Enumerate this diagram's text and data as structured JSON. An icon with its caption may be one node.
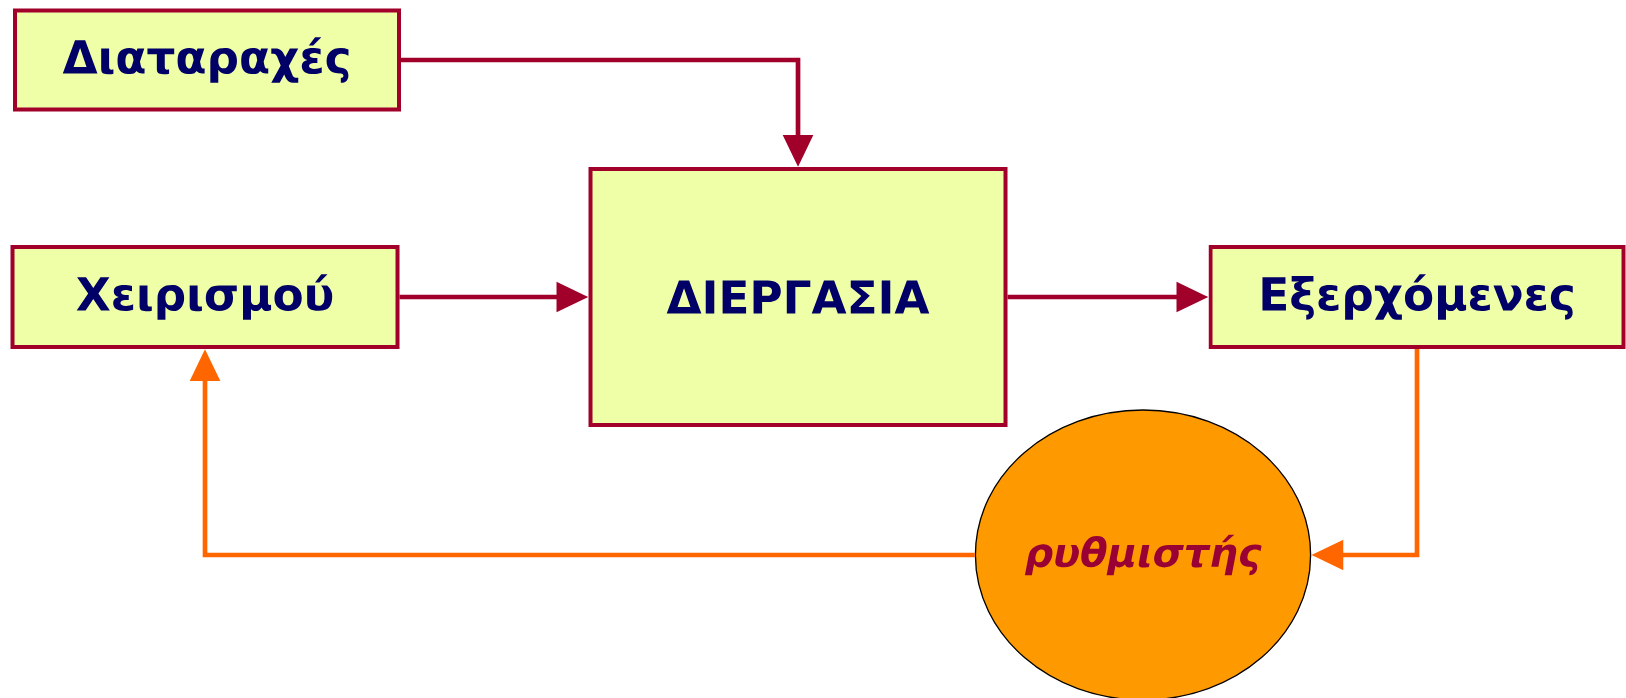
{
  "diagram": {
    "nodes": [
      {
        "text": [
          "Διαταραχές"
        ]
      },
      {
        "text": [
          "Χειρισμού"
        ]
      },
      {
        "text": [
          "ΔΙΕΡΓΑΣΙΑ"
        ]
      },
      {
        "text": [
          "Εξερχόμενες"
        ]
      },
      {
        "text": [
          "ρυθμιστής"
        ]
      }
    ],
    "edges": [
      {
        "from": 0,
        "to": 2,
        "arrow": "to"
      },
      {
        "from": 1,
        "to": 2,
        "arrow": "to"
      },
      {
        "from": 2,
        "to": 3,
        "arrow": "to"
      },
      {
        "from": 3,
        "to": 4,
        "arrow": "to",
        "color": "#ff6600"
      },
      {
        "from": 4,
        "to": 1,
        "arrow": "to",
        "color": "#ff6600"
      }
    ]
  }
}
